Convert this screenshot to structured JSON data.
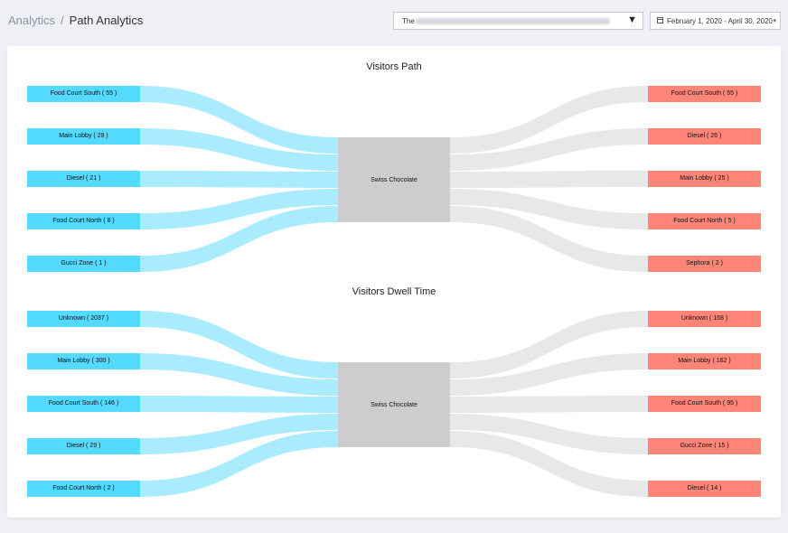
{
  "breadcrumb": {
    "root": "Analytics",
    "separator": "/",
    "current": "Path Analytics"
  },
  "location_select": {
    "prefix": "The",
    "caret": "▼"
  },
  "date_picker": {
    "label": "February 1, 2020 - April 30, 2020",
    "caret": "▾"
  },
  "colors": {
    "source": "#54d9ff",
    "source_link": "#aaebfd",
    "target": "#fe8577",
    "target_link": "#e8e8e8",
    "center": "#cdcdcd"
  },
  "visitors_path": {
    "title": "Visitors Path",
    "center": "Swiss Chocolate",
    "sources": [
      "Food Court South ( 55 )",
      "Main Lobby ( 29 )",
      "Diesel ( 21 )",
      "Food Court North ( 8 )",
      "Gucci Zone ( 1 )"
    ],
    "targets": [
      "Food Court South ( 55 )",
      "Diesel ( 26 )",
      "Main Lobby ( 25 )",
      "Food Court North ( 5 )",
      "Sephora ( 2 )"
    ]
  },
  "dwell_time": {
    "title": "Visitors Dwell Time",
    "center": "Swiss Chocolate",
    "sources": [
      "Unknown ( 2037 )",
      "Main Lobby ( 300 )",
      "Food Court South ( 146 )",
      "Diesel ( 29 )",
      "Food Court North ( 2 )"
    ],
    "targets": [
      "Unknown ( 168 )",
      "Main Lobby ( 162 )",
      "Food Court South ( 95 )",
      "Gucci Zone ( 15 )",
      "Diesel ( 14 )"
    ]
  }
}
